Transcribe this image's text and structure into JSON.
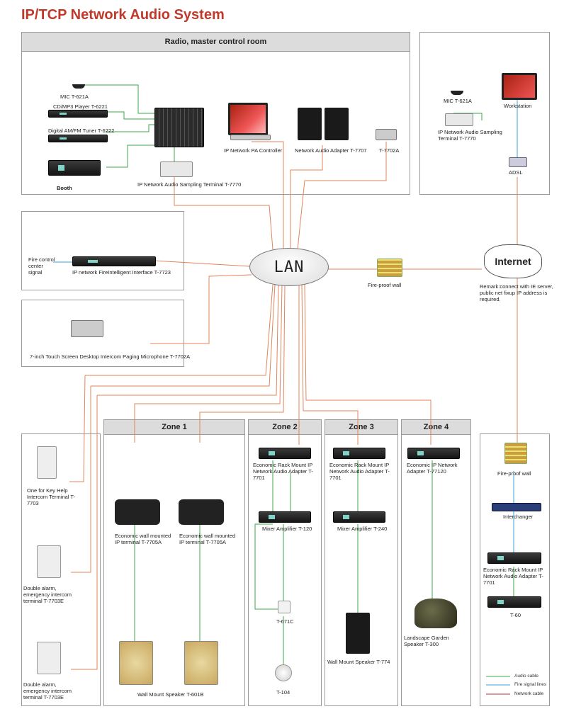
{
  "title": "IP/TCP Network Audio System",
  "colors": {
    "audio": "#3aa84a",
    "fire": "#3aa0d8",
    "network": "#e0855a"
  },
  "control_room": {
    "header": "Radio, master control room",
    "mic": "MIC T-621A",
    "cd": "CD/MP3 Player T-6221",
    "tuner": "Digital AM/FM Tuner T-6222",
    "booth": "Booth",
    "sampling": "IP Network Audio Sampling Terminal T-7770",
    "pc": "IP Network PA Controller",
    "adapter": "Network Audio Adapter T-7707",
    "t7702": "T-7702A"
  },
  "remote": {
    "mic": "MIC T-621A",
    "workstation": "Workstation",
    "sampling": "IP Network Audio Sampling Terminal T-7770",
    "adsl": "ADSL"
  },
  "fire": {
    "signal": "Fire control center signal",
    "interface": "IP network FireIntelligent Interface T-7723"
  },
  "paging": {
    "label": "7-inch Touch Screen Desktop Intercom Paging Microphone T-7702A"
  },
  "lan": "LAN",
  "internet": "Internet",
  "firewall": "Fire-proof wall",
  "remark": "Remark:connect with IE server, public net fixup IP address is required.",
  "left_col": {
    "t7703": "One for Key Help Intercom Terminal T-7703",
    "t7703e_a": "Double alarm, emergency intercom terminal T-7703E",
    "t7703e_b": "Double alarm, emergency intercom terminal T-7703E"
  },
  "zone1": {
    "header": "Zone 1",
    "terminal_a": "Economic wall mounted IP terminal T-7705A",
    "terminal_b": "Economic wall mounted IP terminal T-7705A",
    "speaker": "Wall Mount Speaker T-601B"
  },
  "zone2": {
    "header": "Zone 2",
    "adapter": "Economic Rack Mount IP Network Audio Adapter T-7701",
    "amp": "Mixer Amplifier T-120",
    "volume": "T-671C",
    "ceiling": "T-104"
  },
  "zone3": {
    "header": "Zone 3",
    "adapter": "Economic Rack Mount IP Network Audio Adapter T-7701",
    "amp": "Mixer Amplifier T-240",
    "speaker": "Wall Mount Speaker T-774"
  },
  "zone4": {
    "header": "Zone 4",
    "adapter": "Economic IP Network Adapter T-77120",
    "speaker": "Landscape Garden Speaker T-300"
  },
  "right_col": {
    "firewall": "Fire-proof wall",
    "switch": "Interchanger",
    "adapter": "Economic Rack Mount IP Network Audio Adapter T-7701",
    "amp": "T-60"
  },
  "legend": {
    "audio": "Audio cable",
    "fire": "Fire signal lines",
    "network": "Network cable"
  }
}
